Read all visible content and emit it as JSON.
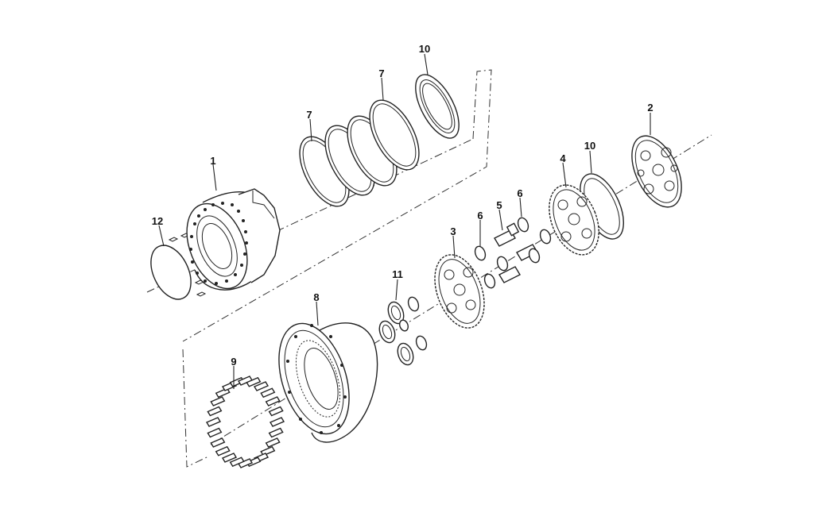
{
  "diagram": {
    "parts": [
      {
        "id": "part-1",
        "label": "1"
      },
      {
        "id": "part-2",
        "label": "2"
      },
      {
        "id": "part-3",
        "label": "3"
      },
      {
        "id": "part-4",
        "label": "4"
      },
      {
        "id": "part-5",
        "label": "5"
      },
      {
        "id": "part-6a",
        "label": "6"
      },
      {
        "id": "part-6b",
        "label": "6"
      },
      {
        "id": "part-7a",
        "label": "7"
      },
      {
        "id": "part-7b",
        "label": "7"
      },
      {
        "id": "part-8",
        "label": "8"
      },
      {
        "id": "part-9",
        "label": "9"
      },
      {
        "id": "part-10a",
        "label": "10"
      },
      {
        "id": "part-10b",
        "label": "10"
      },
      {
        "id": "part-11",
        "label": "11"
      },
      {
        "id": "part-12",
        "label": "12"
      }
    ],
    "colors": {
      "line": "#222222",
      "background": "#ffffff"
    }
  }
}
